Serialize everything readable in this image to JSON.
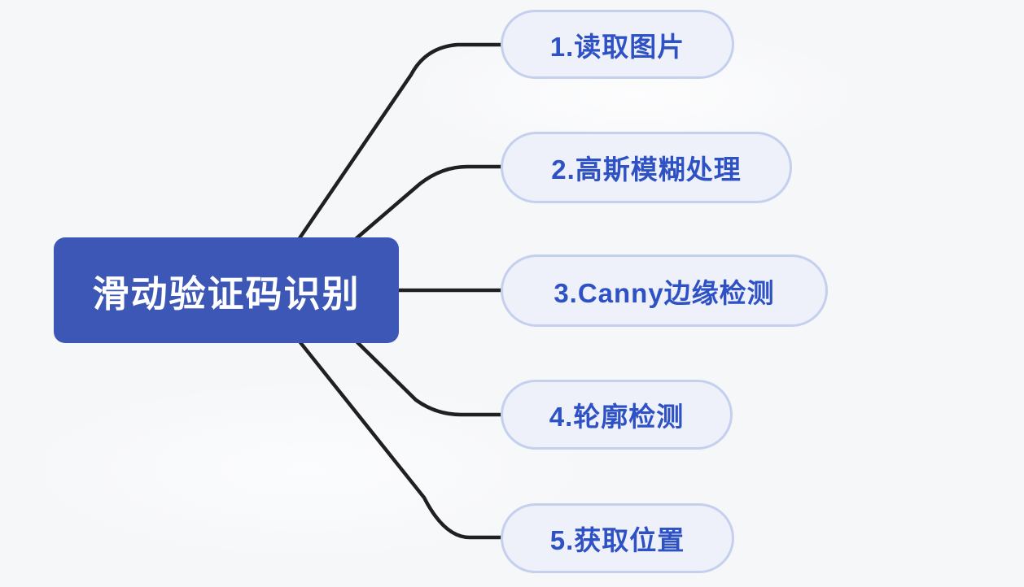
{
  "canvas": {
    "background_color": "#f6f7f9"
  },
  "root_node": {
    "label": "滑动验证码识别",
    "fill_color": "#3c57b5",
    "text_color": "#ffffff"
  },
  "branch_nodes": [
    {
      "id": 1,
      "label": "1.读取图片"
    },
    {
      "id": 2,
      "label": "2.高斯模糊处理"
    },
    {
      "id": 3,
      "label": "3.Canny边缘检测"
    },
    {
      "id": 4,
      "label": "4.轮廓检测"
    },
    {
      "id": 5,
      "label": "5.获取位置"
    }
  ],
  "branch_style": {
    "fill_color": "#eef0fa",
    "border_color": "#c5d0ee",
    "text_color": "#2e52c4"
  },
  "connector": {
    "color": "#202020"
  }
}
